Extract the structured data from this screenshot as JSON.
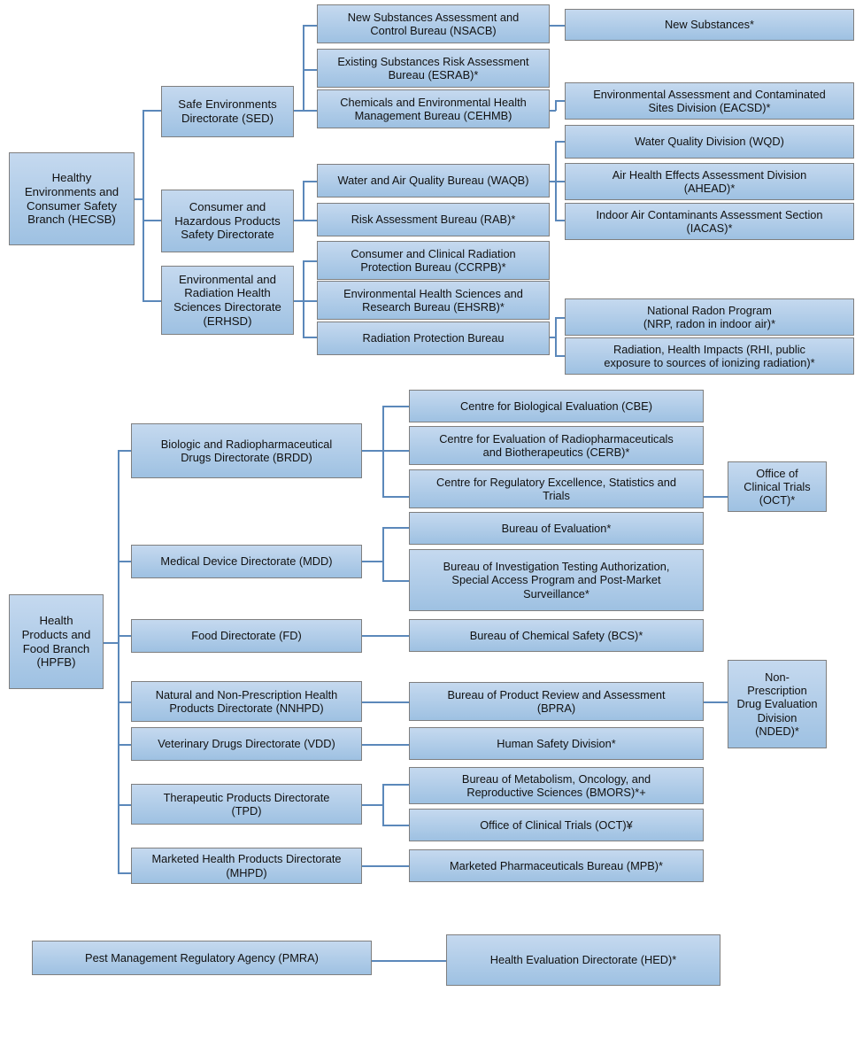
{
  "chart_data": {
    "type": "diagram",
    "title": "Health Canada organizational chart (branches, directorates, bureaus, divisions)",
    "sections": [
      "HECSB",
      "HPFB",
      "PMRA"
    ],
    "legend_marks": {
      "asterisk": "*",
      "asterisk_plus": "*+",
      "yen": "¥"
    }
  },
  "colors": {
    "node_fill_top": "#c5d9ef",
    "node_fill_bottom": "#9ec1e2",
    "node_border": "#7f7f7f",
    "connector": "#5b88ba",
    "text": "#111111",
    "background": "#ffffff"
  },
  "hecsb": {
    "branch": {
      "label": "Healthy\nEnvironments and\nConsumer Safety\nBranch (HECSB)"
    },
    "directorates": [
      {
        "id": "sed",
        "label": "Safe Environments\nDirectorate (SED)"
      },
      {
        "id": "chpsd",
        "label": "Consumer and\nHazardous Products\nSafety Directorate"
      },
      {
        "id": "erhsd",
        "label": "Environmental and\nRadiation Health\nSciences Directorate\n(ERHSD)"
      }
    ],
    "bureaus": [
      {
        "id": "nsacb",
        "label": "New Substances Assessment and\nControl Bureau (NSACB)"
      },
      {
        "id": "esrab",
        "label": "Existing Substances Risk Assessment\nBureau (ESRAB)*"
      },
      {
        "id": "cehmb",
        "label": "Chemicals and Environmental Health\nManagement Bureau (CEHMB)"
      },
      {
        "id": "waqb",
        "label": "Water and Air Quality Bureau (WAQB)"
      },
      {
        "id": "rab",
        "label": "Risk Assessment Bureau (RAB)*"
      },
      {
        "id": "ccrpb",
        "label": "Consumer and Clinical Radiation\nProtection Bureau (CCRPB)*"
      },
      {
        "id": "ehsrb",
        "label": "Environmental Health Sciences and\nResearch Bureau (EHSRB)*"
      },
      {
        "id": "rpb",
        "label": "Radiation Protection Bureau"
      }
    ],
    "divisions": [
      {
        "id": "newsub",
        "label": "New Substances*"
      },
      {
        "id": "eacsd",
        "label": "Environmental Assessment and Contaminated\nSites Division (EACSD)*"
      },
      {
        "id": "wqd",
        "label": "Water Quality Division (WQD)"
      },
      {
        "id": "ahead",
        "label": "Air Health Effects Assessment Division\n(AHEAD)*"
      },
      {
        "id": "iacas",
        "label": "Indoor Air Contaminants Assessment Section\n(IACAS)*"
      },
      {
        "id": "nrp",
        "label": "National Radon Program\n(NRP, radon in indoor air)*"
      },
      {
        "id": "rhi",
        "label": "Radiation, Health Impacts (RHI, public\nexposure to sources of ionizing radiation)*"
      }
    ]
  },
  "hpfb": {
    "branch": {
      "label": "Health\nProducts and\nFood Branch\n(HPFB)"
    },
    "directorates": [
      {
        "id": "brdd",
        "label": "Biologic and Radiopharmaceutical\nDrugs Directorate (BRDD)"
      },
      {
        "id": "mdd",
        "label": "Medical Device Directorate (MDD)"
      },
      {
        "id": "fd",
        "label": "Food Directorate (FD)"
      },
      {
        "id": "nnhpd",
        "label": "Natural and Non-Prescription Health\nProducts Directorate (NNHPD)"
      },
      {
        "id": "vdd",
        "label": "Veterinary Drugs Directorate (VDD)"
      },
      {
        "id": "tpd",
        "label": "Therapeutic Products Directorate\n(TPD)"
      },
      {
        "id": "mhpd",
        "label": "Marketed Health Products Directorate\n(MHPD)"
      }
    ],
    "bureaus": [
      {
        "id": "cbe",
        "label": "Centre for Biological Evaluation (CBE)"
      },
      {
        "id": "cerb",
        "label": "Centre for Evaluation of Radiopharmaceuticals\nand Biotherapeutics (CERB)*"
      },
      {
        "id": "crest",
        "label": "Centre for Regulatory Excellence, Statistics and\nTrials"
      },
      {
        "id": "boe",
        "label": "Bureau of Evaluation*"
      },
      {
        "id": "bita",
        "label": "Bureau of Investigation Testing Authorization,\nSpecial Access Program and Post-Market\nSurveillance*"
      },
      {
        "id": "bcs",
        "label": "Bureau of Chemical Safety (BCS)*"
      },
      {
        "id": "bpra",
        "label": "Bureau of Product Review and Assessment\n(BPRA)"
      },
      {
        "id": "hsd",
        "label": "Human Safety Division*"
      },
      {
        "id": "bmors",
        "label": "Bureau of Metabolism, Oncology, and\nReproductive Sciences (BMORS)*+"
      },
      {
        "id": "oct2",
        "label": "Office of Clinical Trials (OCT)¥"
      },
      {
        "id": "mpb",
        "label": "Marketed Pharmaceuticals Bureau (MPB)*"
      }
    ],
    "divisions": [
      {
        "id": "oct",
        "label": "Office of\nClinical Trials\n(OCT)*"
      },
      {
        "id": "nded",
        "label": "Non-\nPrescription\nDrug Evaluation\nDivision\n(NDED)*"
      }
    ]
  },
  "pmra": {
    "agency": {
      "label": "Pest Management Regulatory Agency (PMRA)"
    },
    "directorates": [
      {
        "id": "hed",
        "label": "Health Evaluation Directorate (HED)*"
      }
    ]
  }
}
